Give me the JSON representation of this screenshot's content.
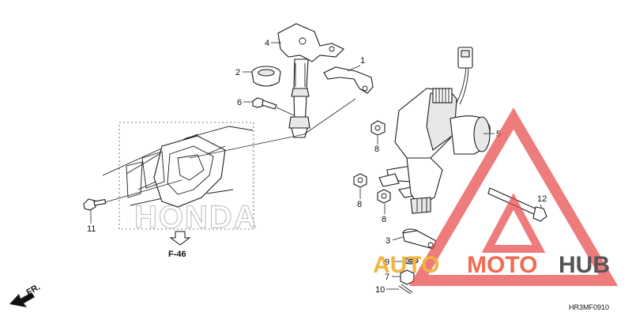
{
  "diagram": {
    "drawing_code": "HR3MF0910",
    "reference_page": "F-46",
    "front_marker": "FR.",
    "frame_ghost_text": "HONDA",
    "callouts": [
      {
        "id": "c1",
        "label": "1"
      },
      {
        "id": "c2",
        "label": "2"
      },
      {
        "id": "c3",
        "label": "3"
      },
      {
        "id": "c4",
        "label": "4"
      },
      {
        "id": "c5",
        "label": "5"
      },
      {
        "id": "c6",
        "label": "6"
      },
      {
        "id": "c7",
        "label": "7"
      },
      {
        "id": "c8a",
        "label": "8"
      },
      {
        "id": "c8b",
        "label": "8"
      },
      {
        "id": "c8c",
        "label": "8"
      },
      {
        "id": "c9",
        "label": "9"
      },
      {
        "id": "c10",
        "label": "10"
      },
      {
        "id": "c11",
        "label": "11"
      },
      {
        "id": "c12",
        "label": "12"
      }
    ]
  },
  "watermark": {
    "auto_text": "AUTO",
    "moto_text": "MOTO",
    "hub_text": "HUB",
    "auto_color": "#f2b440",
    "moto_color": "#f26a50",
    "hub_color": "#555555",
    "triangle_color": "#e84a4a"
  }
}
